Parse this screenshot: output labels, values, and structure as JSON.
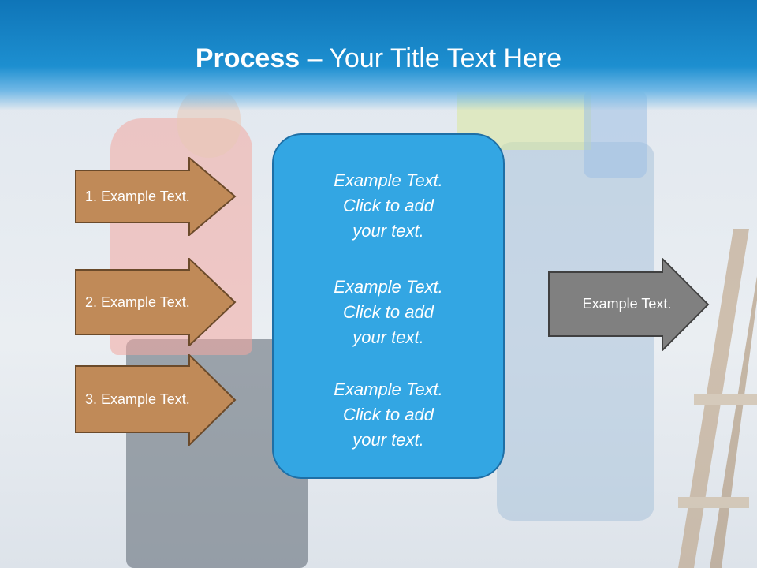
{
  "title": {
    "bold": "Process",
    "rest": " – Your Title Text Here"
  },
  "left_arrows": [
    {
      "label": "1. Example Text."
    },
    {
      "label": "2. Example Text."
    },
    {
      "label": "3. Example Text."
    }
  ],
  "center_blocks": [
    {
      "lines": [
        "Example Text.",
        "Click  to add",
        "your text."
      ]
    },
    {
      "lines": [
        "Example Text.",
        "Click  to add",
        "your text."
      ]
    },
    {
      "lines": [
        "Example Text.",
        "Click  to add",
        "your text."
      ]
    }
  ],
  "right_arrow": {
    "label": "Example Text."
  },
  "colors": {
    "header": "#1d8fd0",
    "left_arrow_fill": "#c08a58",
    "left_arrow_stroke": "#6b4a2a",
    "center_box": "#33a6e3",
    "right_arrow_fill": "#808080",
    "right_arrow_stroke": "#404040"
  }
}
